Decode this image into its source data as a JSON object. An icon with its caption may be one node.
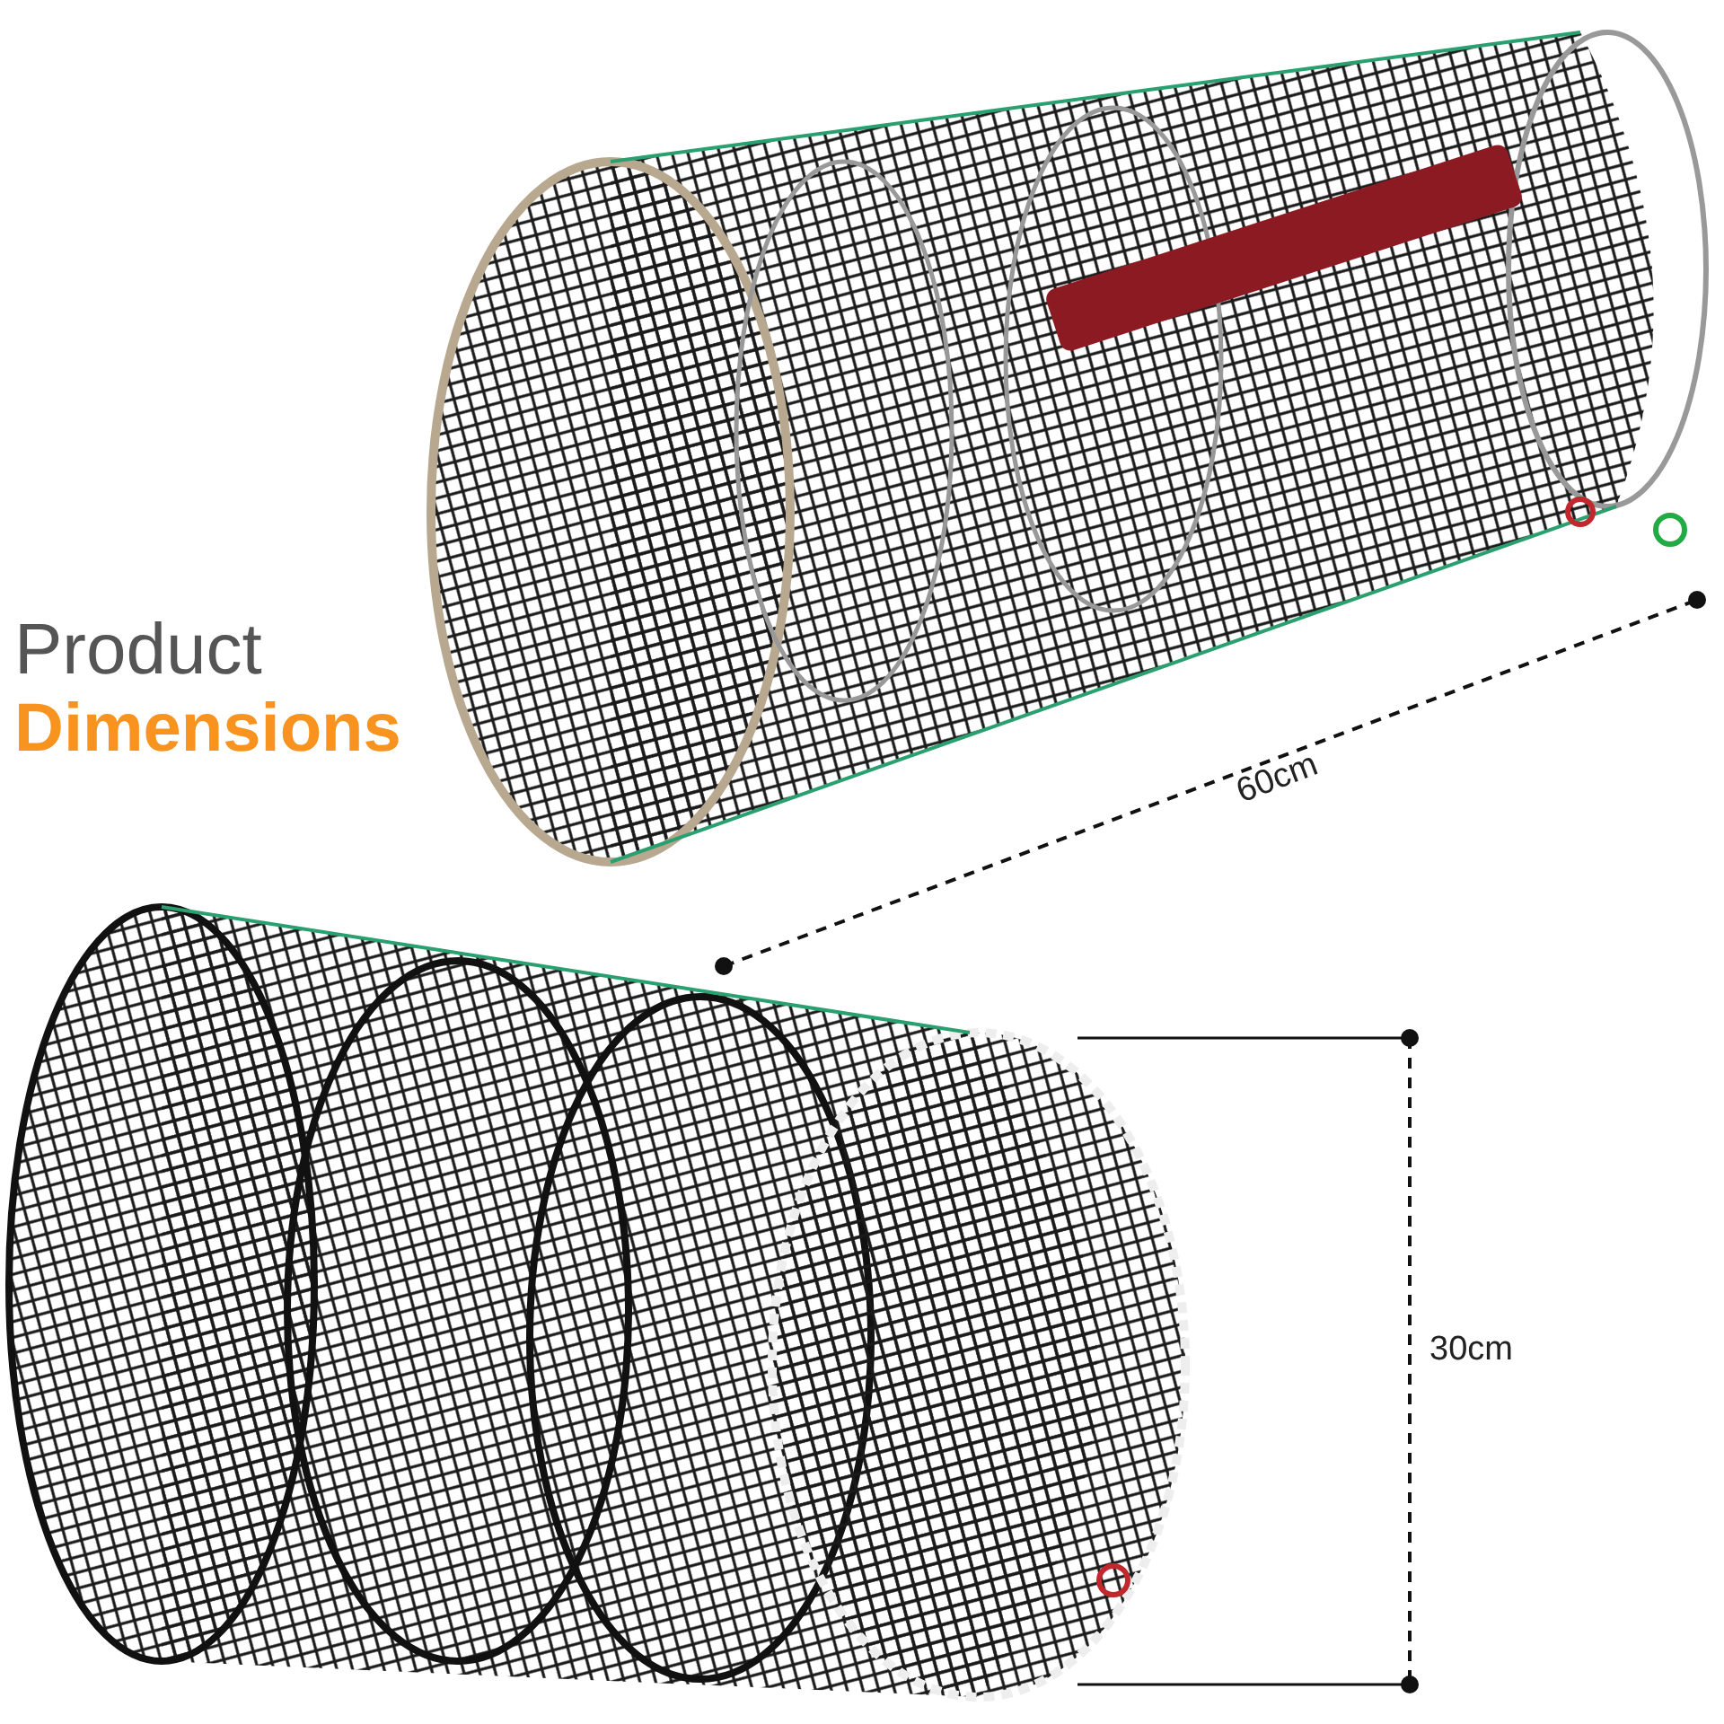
{
  "diagram": {
    "labels": [
      "Product",
      "Dimensions",
      "60cm",
      "30cm"
    ]
  }
}
